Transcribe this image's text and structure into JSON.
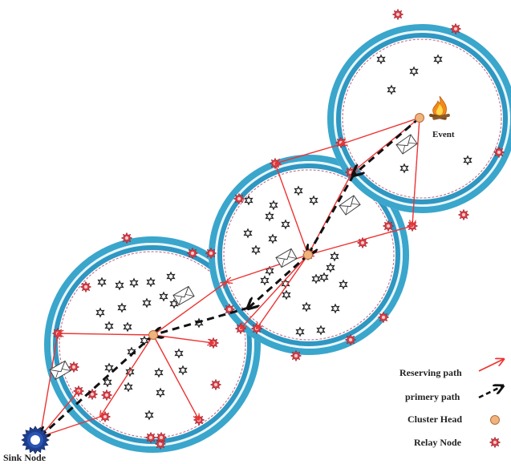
{
  "labels": {
    "event": "Event",
    "sink_node": "Sink Node"
  },
  "legend": [
    {
      "label": "Reserving path",
      "symbol": "red-arrow-icon"
    },
    {
      "label": "primery path",
      "symbol": "dashed-arrow-icon"
    },
    {
      "label": "Cluster Head",
      "symbol": "orange-dot-icon"
    },
    {
      "label": "Relay Node",
      "symbol": "red-gear-icon"
    }
  ],
  "colors": {
    "ring_outer": "#3aa6cc",
    "ring_inner": "#2e97c2",
    "ring_gap": "#e8f6fb",
    "reserving_path": "#ee3333",
    "primary_path": "#111111",
    "cluster_head": "#f2b27c",
    "relay_node": "#d9434b",
    "sensor_node": "#222222",
    "sink_node": "#1f3f8f"
  }
}
